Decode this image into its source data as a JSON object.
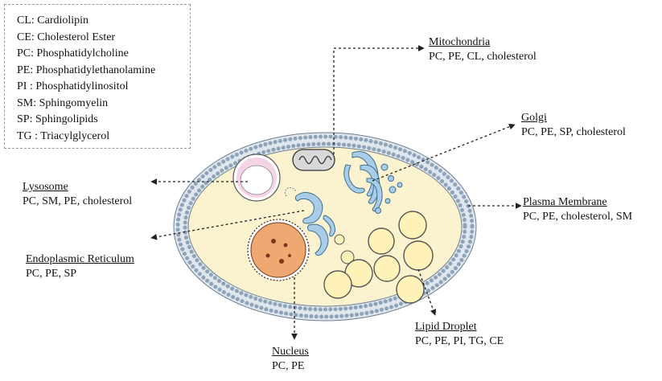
{
  "legend": [
    "CL: Cardiolipin",
    "CE: Cholesterol Ester",
    "PC: Phosphatidylcholine",
    "PE: Phosphatidylethanolamine",
    "PI : Phosphatidylinositol",
    "SM: Sphingomyelin",
    "SP: Sphingolipids",
    "TG : Triacylglycerol"
  ],
  "organelles": {
    "mitochondria": {
      "name": "Mitochondria",
      "lipids": "PC, PE, CL, cholesterol"
    },
    "golgi": {
      "name": "Golgi",
      "lipids": "PC, PE, SP, cholesterol"
    },
    "lysosome": {
      "name": "Lysosome",
      "lipids": "PC, SM, PE, cholesterol"
    },
    "plasma_membrane": {
      "name": "Plasma Membrane",
      "lipids": "PC, PE, cholesterol, SM"
    },
    "endoplasmic_reticulum": {
      "name": "Endoplasmic Reticulum",
      "lipids": "PC, PE, SP"
    },
    "lipid_droplet": {
      "name": "Lipid Droplet",
      "lipids": "PC, PE, PI, TG, CE"
    },
    "nucleus": {
      "name": "Nucleus",
      "lipids": "PC, PE"
    }
  },
  "colors": {
    "membrane_fill": "#dfe6ee",
    "membrane_bead": "#8fa3b8",
    "cytoplasm": "#fbf3cf",
    "nucleus": "#f0a872",
    "nucleolus": "#7a3a1a",
    "lysosome_ring": "#f4d3e6",
    "organelle_blue": "#a9cde8",
    "droplet": "#fff2b8",
    "arrow": "#222222"
  }
}
